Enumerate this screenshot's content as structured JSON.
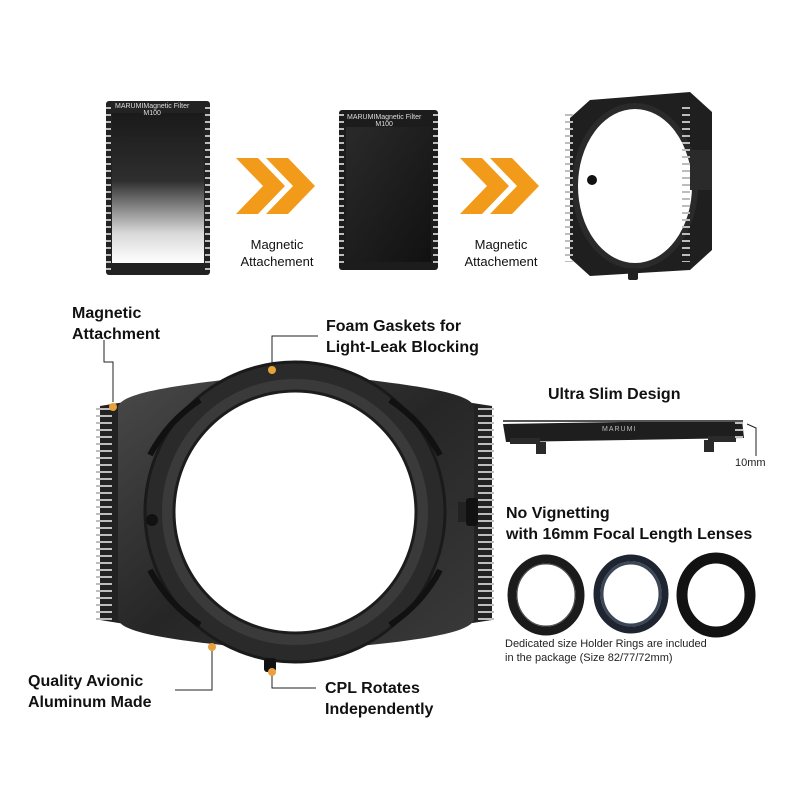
{
  "top_row": {
    "filter1_brand": "MARUMI",
    "filter1_model": "Magnetic Filter M100",
    "filter2_brand": "MARUMI",
    "filter2_model": "Magnetic Filter M100",
    "step1_label_line1": "Magnetic",
    "step1_label_line2": "Attachement",
    "step2_label_line1": "Magnetic",
    "step2_label_line2": "Attachement"
  },
  "callouts": {
    "magnetic_line1": "Magnetic",
    "magnetic_line2": "Attachment",
    "foam_line1": "Foam Gaskets for",
    "foam_line2": "Light-Leak Blocking",
    "aluminum_line1": "Quality Avionic",
    "aluminum_line2": "Aluminum Made",
    "cpl_line1": "CPL Rotates",
    "cpl_line2": "Independently"
  },
  "slim": {
    "title": "Ultra Slim Design",
    "brand": "MARUMI",
    "thickness": "10mm"
  },
  "vignetting": {
    "line1": "No Vignetting",
    "line2": "with 16mm Focal Length Lenses",
    "note_line1": "Dedicated size Holder Rings are included",
    "note_line2": "in the package (Size 82/77/72mm)"
  },
  "colors": {
    "arrow": "#f29a1a",
    "holder": "#2b2b2b",
    "callout_dot": "#e8a23a"
  }
}
